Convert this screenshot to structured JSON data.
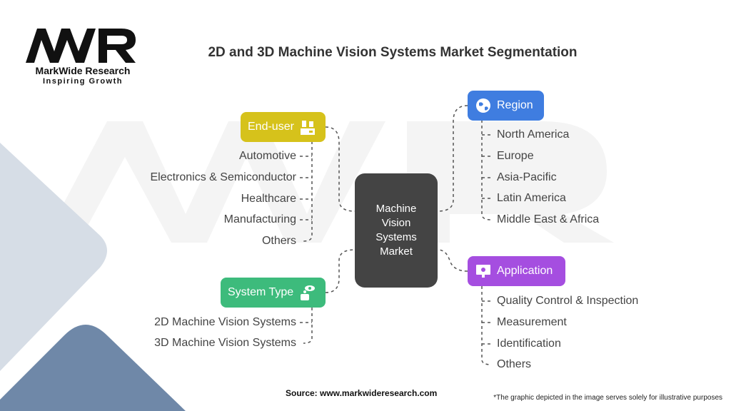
{
  "logo": {
    "mark": "MWR",
    "name": "MarkWide Research",
    "tagline": "Inspiring Growth"
  },
  "title": "2D and 3D Machine Vision Systems Market Segmentation",
  "center": "Machine Vision Systems Market",
  "segments": {
    "end_user": {
      "label": "End-user",
      "color": "#d6c21b",
      "icon": "factory-robot-icon",
      "items": [
        "Automotive",
        "Electronics & Semiconductor",
        "Healthcare",
        "Manufacturing",
        "Others"
      ]
    },
    "system_type": {
      "label": "System Type",
      "color": "#3dbb7c",
      "icon": "robot-eye-icon",
      "items": [
        "2D Machine Vision Systems",
        "3D Machine Vision Systems"
      ]
    },
    "region": {
      "label": "Region",
      "color": "#3f7de0",
      "icon": "globe-icon",
      "items": [
        "North America",
        "Europe",
        "Asia-Pacific",
        "Latin America",
        "Middle East & Africa"
      ]
    },
    "application": {
      "label": "Application",
      "color": "#a54ee0",
      "icon": "monitor-inspection-icon",
      "items": [
        "Quality Control & Inspection",
        "Measurement",
        "Identification",
        "Others"
      ]
    }
  },
  "source": "Source: www.markwideresearch.com",
  "disclaimer": "*The graphic depicted in the image serves solely for illustrative purposes"
}
